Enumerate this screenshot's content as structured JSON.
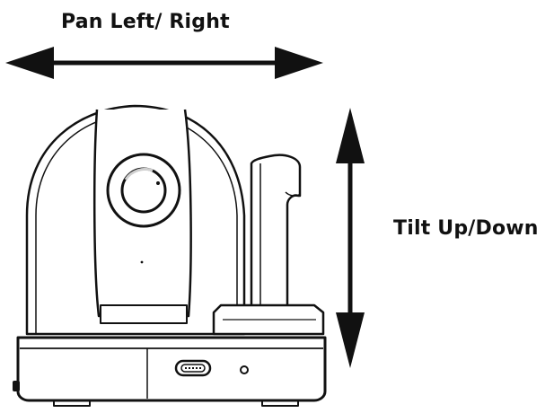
{
  "labels": {
    "pan": "Pan Left/ Right",
    "tilt": "Tilt Up/Down"
  },
  "colors": {
    "ink": "#111111",
    "body": "#ffffff",
    "lens_shadow": "#cfcfcf"
  },
  "icons": {
    "pan_arrow": "double-arrow-horizontal",
    "tilt_arrow": "double-arrow-vertical",
    "camera": "ptz-camera-illustration"
  }
}
